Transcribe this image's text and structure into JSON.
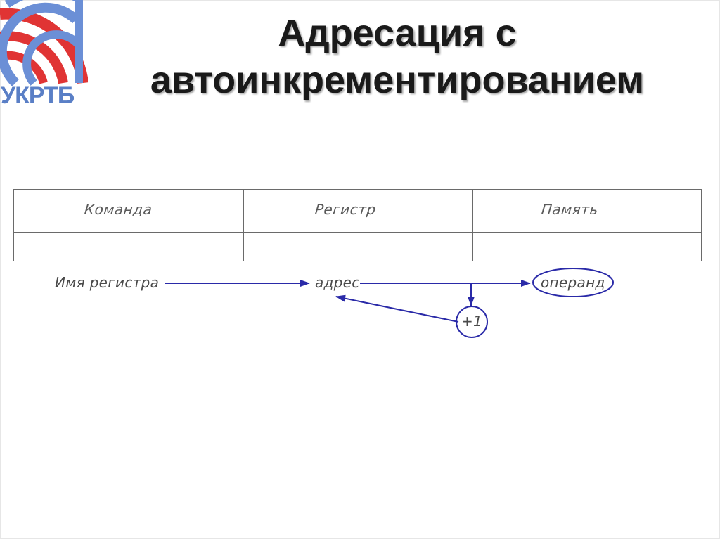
{
  "logo": {
    "text": "УКРТБ",
    "colors": {
      "red": "#e03434",
      "blue": "#6b8fd6"
    }
  },
  "title": {
    "line1": "Адресация с",
    "line2": "автоинкрементированием"
  },
  "table": {
    "headers": [
      "Команда",
      "Регистр",
      "Память"
    ]
  },
  "flow": {
    "register_name": "Имя регистра",
    "address": "адрес",
    "operand": "операнд",
    "increment": "+1",
    "arrow_color": "#2a2aa8"
  }
}
